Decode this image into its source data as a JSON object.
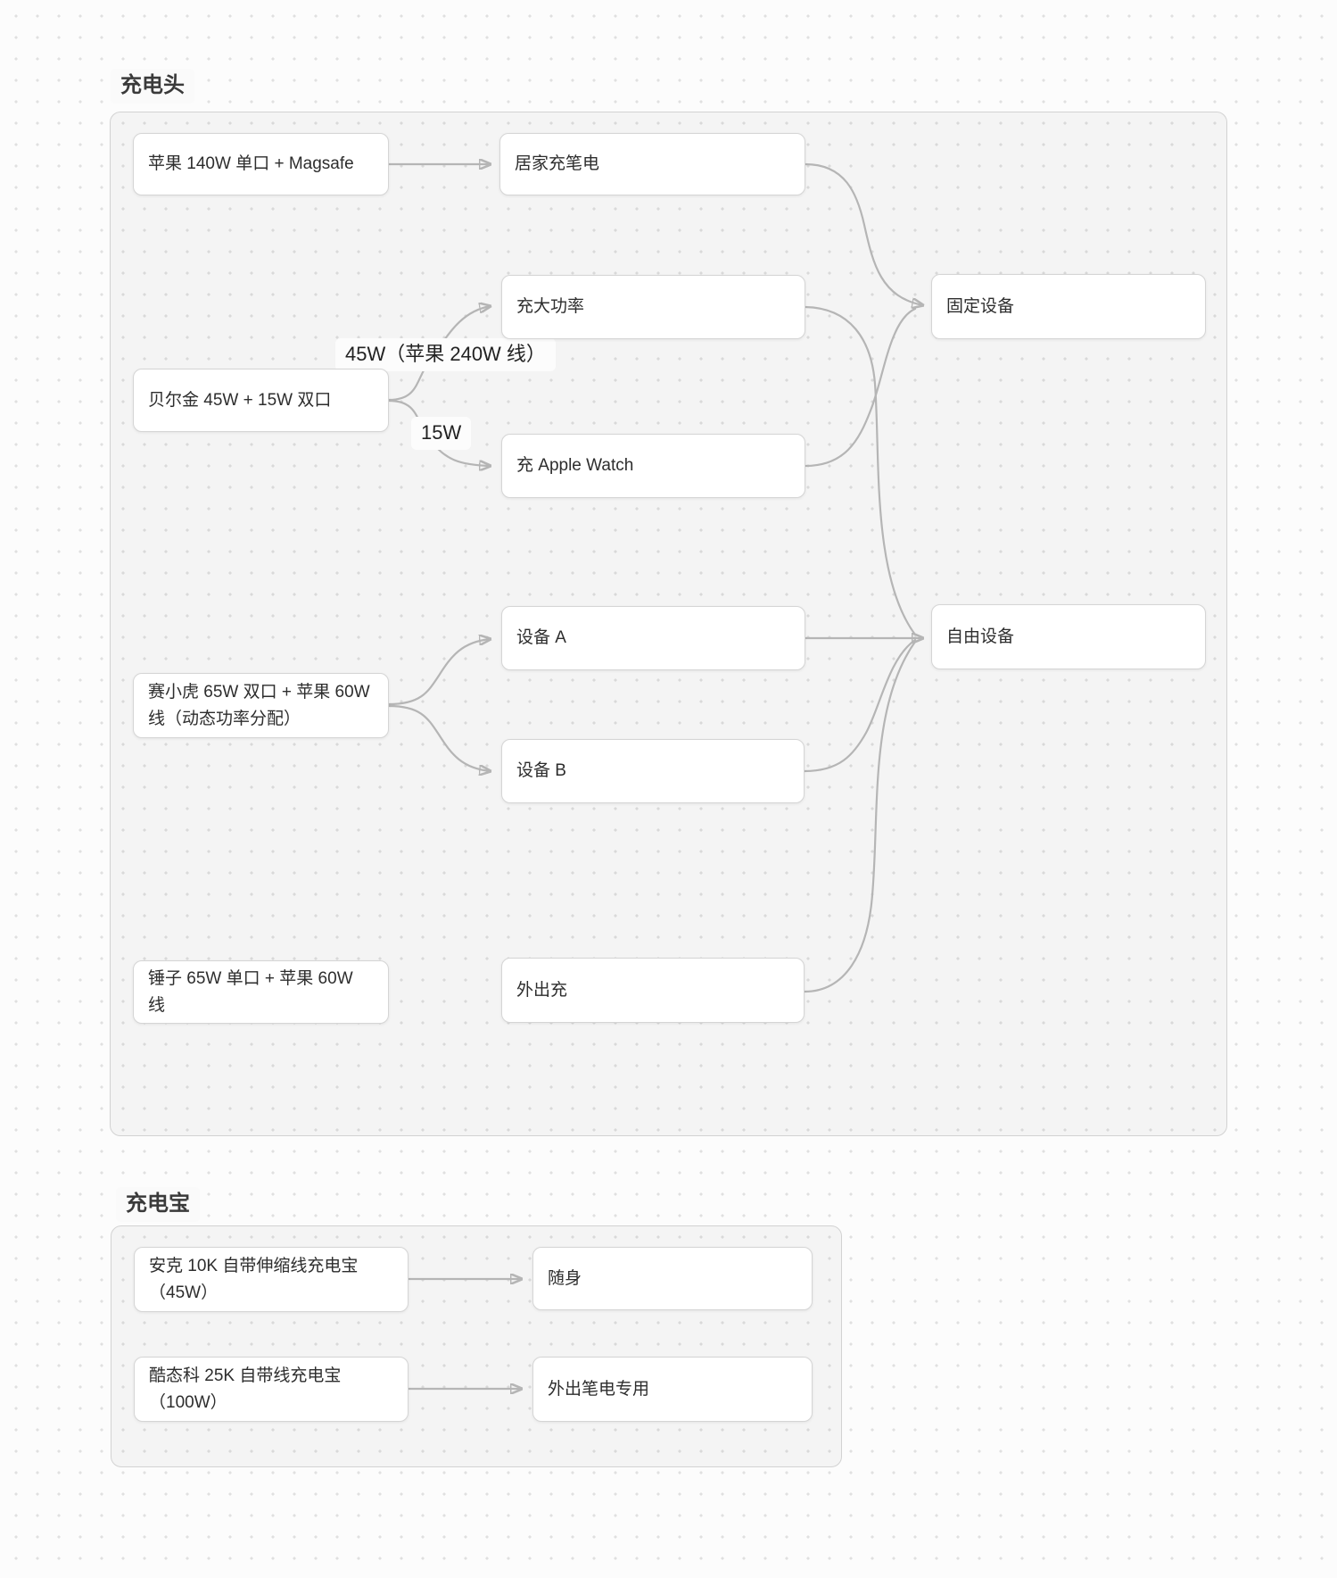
{
  "app": {
    "type": "whiteboard-flowchart",
    "colors": {
      "page_bg": "#fcfcfc",
      "dot_grid": "#e0e0e0",
      "frame_fill": "#f4f4f4",
      "frame_border": "#d2d2d2",
      "node_bg": "#ffffff",
      "node_border": "#d5d5d5",
      "edge": "#b5b5b5",
      "text": "#2d2d2d"
    }
  },
  "frames": [
    {
      "id": "chargers",
      "title": "充电头"
    },
    {
      "id": "powerbanks",
      "title": "充电宝"
    }
  ],
  "nodes": [
    {
      "id": "apple-140w",
      "frame": "chargers",
      "label": "苹果 140W 单口 + Magsafe"
    },
    {
      "id": "home-laptop-charge",
      "frame": "chargers",
      "label": "居家充笔电"
    },
    {
      "id": "high-power-charge",
      "frame": "chargers",
      "label": "充大功率"
    },
    {
      "id": "belkin-45w-15w",
      "frame": "chargers",
      "label": "贝尔金 45W + 15W 双口"
    },
    {
      "id": "apple-watch-charge",
      "frame": "chargers",
      "label": "充 Apple Watch"
    },
    {
      "id": "fixed-devices",
      "frame": "chargers",
      "label": "固定设备"
    },
    {
      "id": "device-a",
      "frame": "chargers",
      "label": "设备 A"
    },
    {
      "id": "saixiaohu-65w",
      "frame": "chargers",
      "label": "赛小虎 65W 双口 + 苹果 60W\n线（动态功率分配）"
    },
    {
      "id": "device-b",
      "frame": "chargers",
      "label": "设备 B"
    },
    {
      "id": "free-devices",
      "frame": "chargers",
      "label": "自由设备"
    },
    {
      "id": "hammer-65w",
      "frame": "chargers",
      "label": "锤子 65W 单口 + 苹果 60W 线"
    },
    {
      "id": "out-charge",
      "frame": "chargers",
      "label": "外出充"
    },
    {
      "id": "anker-10k",
      "frame": "powerbanks",
      "label": "安克 10K 自带伸缩线充电宝\n（45W）"
    },
    {
      "id": "carry-along",
      "frame": "powerbanks",
      "label": "随身"
    },
    {
      "id": "kutaike-25k",
      "frame": "powerbanks",
      "label": "酷态科 25K 自带线充电宝\n（100W）"
    },
    {
      "id": "out-laptop-only",
      "frame": "powerbanks",
      "label": "外出笔电专用"
    }
  ],
  "edges": [
    {
      "from": "apple-140w",
      "to": "home-laptop-charge"
    },
    {
      "from": "belkin-45w-15w",
      "to": "high-power-charge",
      "label": "45W（苹果 240W 线）"
    },
    {
      "from": "belkin-45w-15w",
      "to": "apple-watch-charge",
      "label": "15W"
    },
    {
      "from": "home-laptop-charge",
      "to": "fixed-devices"
    },
    {
      "from": "apple-watch-charge",
      "to": "fixed-devices"
    },
    {
      "from": "high-power-charge",
      "to": "free-devices"
    },
    {
      "from": "device-a",
      "to": "free-devices"
    },
    {
      "from": "device-b",
      "to": "free-devices"
    },
    {
      "from": "out-charge",
      "to": "free-devices"
    },
    {
      "from": "saixiaohu-65w",
      "to": "device-a"
    },
    {
      "from": "saixiaohu-65w",
      "to": "device-b"
    },
    {
      "from": "anker-10k",
      "to": "carry-along"
    },
    {
      "from": "kutaike-25k",
      "to": "out-laptop-only"
    }
  ]
}
